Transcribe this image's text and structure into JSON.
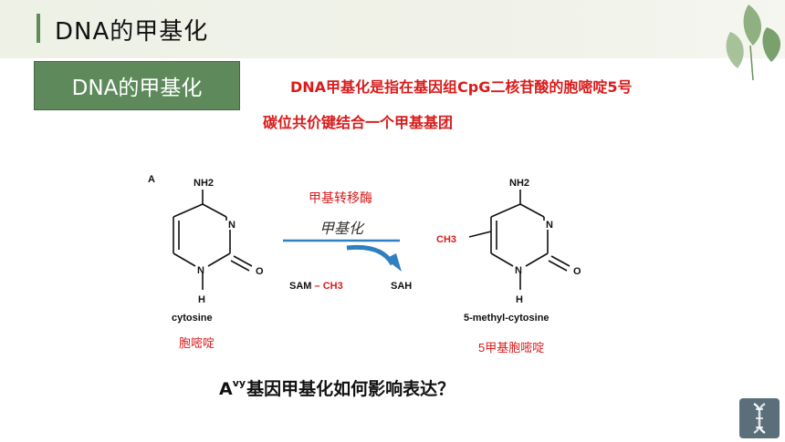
{
  "header": {
    "title": "DNA的甲基化"
  },
  "section": {
    "label": "DNA的甲基化"
  },
  "definition": {
    "line1": "DNA甲基化是指在基因组CpG二核苷酸的胞嘧啶5号",
    "line2": "碳位共价键结合一个甲基基团"
  },
  "figure": {
    "panel_label": "A",
    "left": {
      "nh2": "NH2",
      "n_right": "N",
      "n_bottom": "N",
      "o": "O",
      "h": "H",
      "name": "cytosine",
      "name_cn": "胞嘧啶"
    },
    "right": {
      "nh2": "NH2",
      "n_right": "N",
      "n_bottom": "N",
      "o": "O",
      "h": "H",
      "ch3": "CH3",
      "name": "5-methyl-cytosine",
      "name_cn": "5甲基胞嘧啶"
    },
    "arrow": {
      "enzyme": "甲基转移酶",
      "handwritten": "甲基化",
      "sam": "SAM",
      "dash": " – ",
      "ch3": "CH3",
      "sah": "SAH"
    }
  },
  "question": {
    "prefix": "A",
    "sup": "vy",
    "text": "基因甲基化如何影响表达？"
  },
  "colors": {
    "accent_green": "#5e8a5b",
    "red": "#d91b1b",
    "arrow_blue": "#2f7fc1"
  }
}
